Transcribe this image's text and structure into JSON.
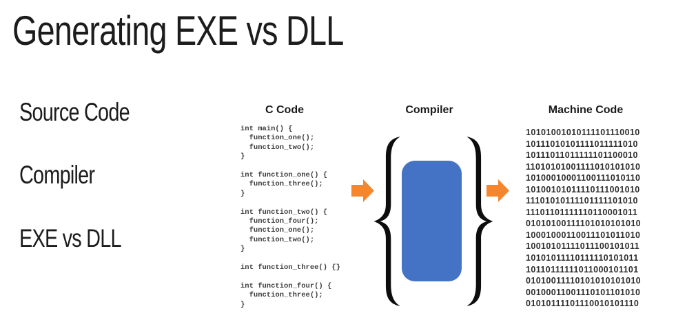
{
  "title": "Generating EXE vs DLL",
  "rail": {
    "labels": [
      "Source Code",
      "Compiler",
      "EXE vs DLL"
    ]
  },
  "c_code": {
    "heading": "C Code",
    "code": "int main() {\n  function_one();\n  function_two();\n}\n\nint function_one() {\n  function_three();\n}\n\nint function_two() {\n  function_four();\n  function_one();\n  function_two();\n}\n\nint function_three() {}\n\nint function_four() {\n  function_three();\n}"
  },
  "compiler": {
    "heading": "Compiler"
  },
  "machine_code": {
    "heading": "Machine Code",
    "lines": [
      "10101001010111101110010",
      "10111010101111011111010",
      "10111011011111101100010",
      "11010101001111010101010",
      "10100010001100111010110",
      "10100101011110111001010",
      "11101010111101111101010",
      "11101101111110110001011",
      "01010100111101010101010",
      "10001000110011101011010",
      "10010101111011100101011",
      "10101011110111110101011",
      "10110111111011000101101",
      "01010011110101010101010",
      "00100011001110101101010",
      "01010111101110010101110"
    ]
  },
  "colors": {
    "accent_blue": "#4472C4",
    "arrow_orange": "#F5862D"
  }
}
